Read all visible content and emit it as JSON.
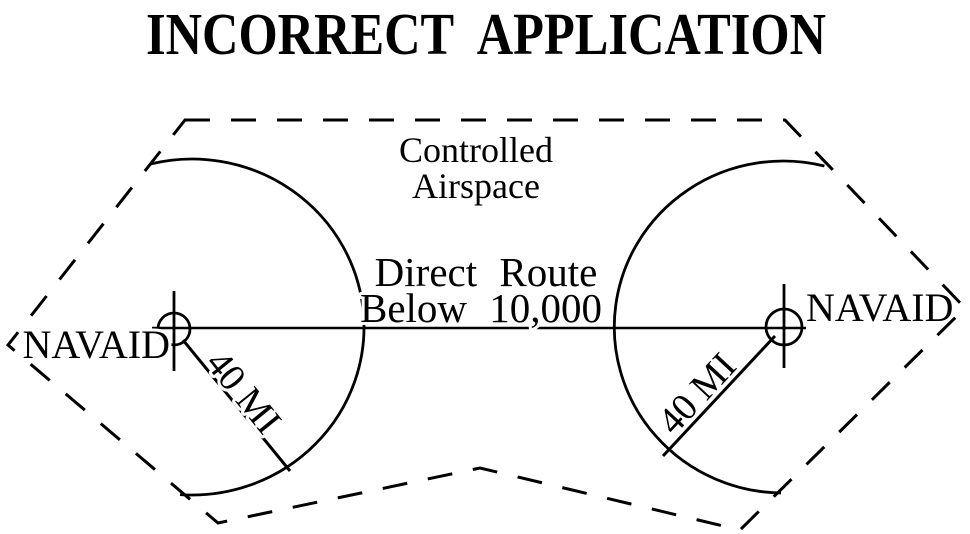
{
  "title": "INCORRECT  APPLICATION",
  "figure": {
    "airspace_label": {
      "line1": "Controlled",
      "line2": "Airspace"
    },
    "route_label": {
      "line1": "Direct  Route",
      "line2": "Below  10,000"
    },
    "navaid_left": {
      "label": "NAVAID",
      "radius_label": "40 MI"
    },
    "navaid_right": {
      "label": "NAVAID",
      "radius_label": "40 MI"
    },
    "colors": {
      "ink": "#000000",
      "background": "#ffffff"
    }
  }
}
